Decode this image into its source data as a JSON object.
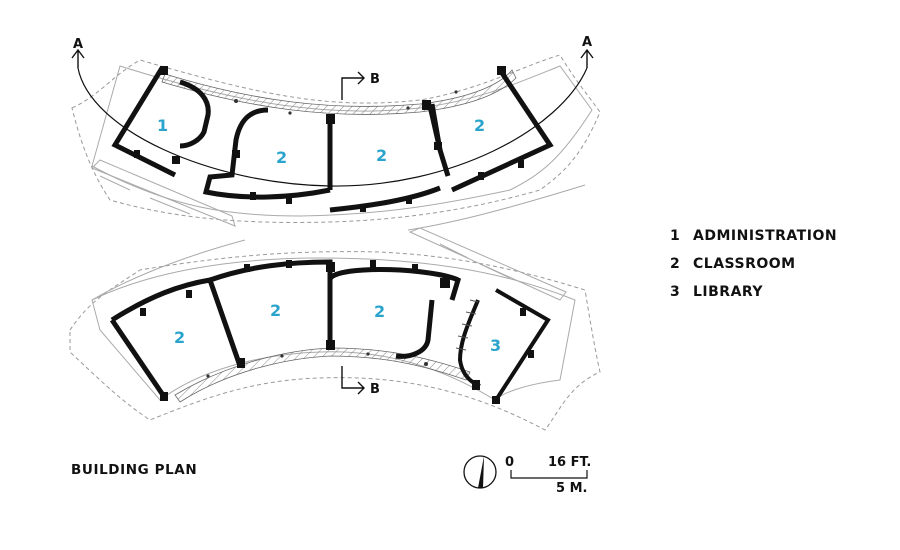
{
  "caption": "BUILDING PLAN",
  "legend": [
    {
      "number": "1",
      "label": "ADMINISTRATION"
    },
    {
      "number": "2",
      "label": "CLASSROOM"
    },
    {
      "number": "3",
      "label": "LIBRARY"
    }
  ],
  "rooms": {
    "north_1": "1",
    "north_2": "2",
    "north_3": "2",
    "north_4": "2",
    "south_1": "2",
    "south_2": "2",
    "south_3": "2",
    "south_4": "3"
  },
  "section_marks": {
    "a_left": "A",
    "a_right": "A",
    "b_top": "B",
    "b_bottom": "B"
  },
  "scale": {
    "zero": "0",
    "feet": "16 FT.",
    "meters": "5 M."
  },
  "colors": {
    "room_label": "#2aa4cc",
    "wall": "#111111"
  },
  "icons": {
    "north_arrow": "north-arrow-icon",
    "section_arrow": "section-arrow-icon"
  }
}
